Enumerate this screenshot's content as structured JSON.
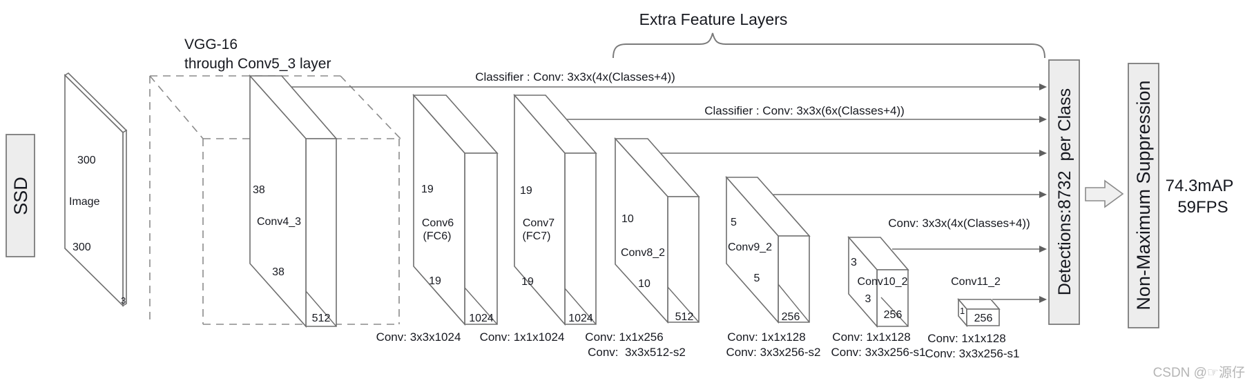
{
  "vgg": {
    "title": "VGG-16",
    "subtitle": "through Conv5_3 layer"
  },
  "header": {
    "extra_feature_layers": "Extra Feature Layers"
  },
  "blocks": {
    "ssd": {
      "label": "SSD"
    },
    "image": {
      "dim_top": "300",
      "name": "Image",
      "dim_bottom": "300",
      "depth": "3"
    },
    "conv4_3": {
      "dim_top": "38",
      "name": "Conv4_3",
      "dim_bottom": "38",
      "channels": "512"
    },
    "conv6": {
      "dim_top": "19",
      "name": "Conv6",
      "name2": "(FC6)",
      "dim_bottom": "19",
      "channels": "1024"
    },
    "conv7": {
      "dim_top": "19",
      "name": "Conv7",
      "name2": "(FC7)",
      "dim_bottom": "19",
      "channels": "1024"
    },
    "conv8_2": {
      "dim_top": "10",
      "name": "Conv8_2",
      "dim_bottom": "10",
      "channels": "512"
    },
    "conv9_2": {
      "dim_top": "5",
      "name": "Conv9_2",
      "dim_bottom": "5",
      "channels": "256"
    },
    "conv10_2": {
      "dim_top": "3",
      "name": "Conv10_2",
      "dim_bottom": "3",
      "channels": "256"
    },
    "conv11_2": {
      "label": "Conv11_2",
      "dim": "1",
      "channels": "256"
    }
  },
  "classifiers": {
    "line1": "Classifier : Conv: 3x3x(4x(Classes+4))",
    "line2": "Classifier : Conv: 3x3x(6x(Classes+4))",
    "line5": "Conv: 3x3x(4x(Classes+4))"
  },
  "bottom_convs": {
    "g1": "Conv: 3x3x1024",
    "g2": "Conv: 1x1x1024",
    "g3a": "Conv: 1x1x256",
    "g3b": "Conv:  3x3x512-s2",
    "g4a": "Conv: 1x1x128",
    "g4b": "Conv: 3x3x256-s2",
    "g5a": "Conv: 1x1x128",
    "g5b": "Conv: 3x3x256-s1",
    "g6a": "Conv: 1x1x128",
    "g6b": "Conv: 3x3x256-s1"
  },
  "output": {
    "detections": "Detections:8732  per Class",
    "nms": "Non-Maximum Suppression",
    "map": "74.3mAP",
    "fps": "59FPS"
  },
  "watermark": "CSDN @☞源仔",
  "colors": {
    "line": "#6e6e6e",
    "dashed": "#8a8a8a",
    "gray_box_fill": "#ededed",
    "gray_box_border": "#7a7a7a",
    "text": "#16181f",
    "watermark": "#b5b5b5"
  }
}
